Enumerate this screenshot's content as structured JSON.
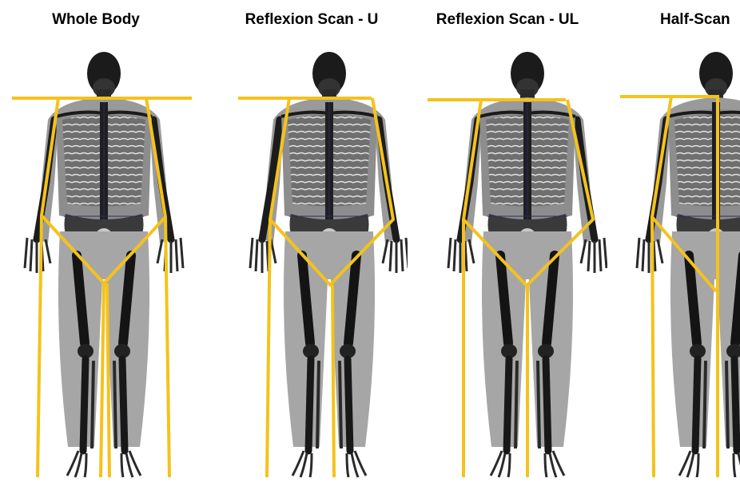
{
  "panels": [
    {
      "title": "Whole Body"
    },
    {
      "title": "Reflexion Scan - U"
    },
    {
      "title": "Reflexion Scan - UL"
    },
    {
      "title": "Half-Scan"
    }
  ],
  "colors": {
    "region_outline": "#f4c21c",
    "bone": "#1a1a1a",
    "soft_tissue": "#8a8a8a",
    "midline": "#2a2a6a",
    "background": "#ffffff"
  }
}
